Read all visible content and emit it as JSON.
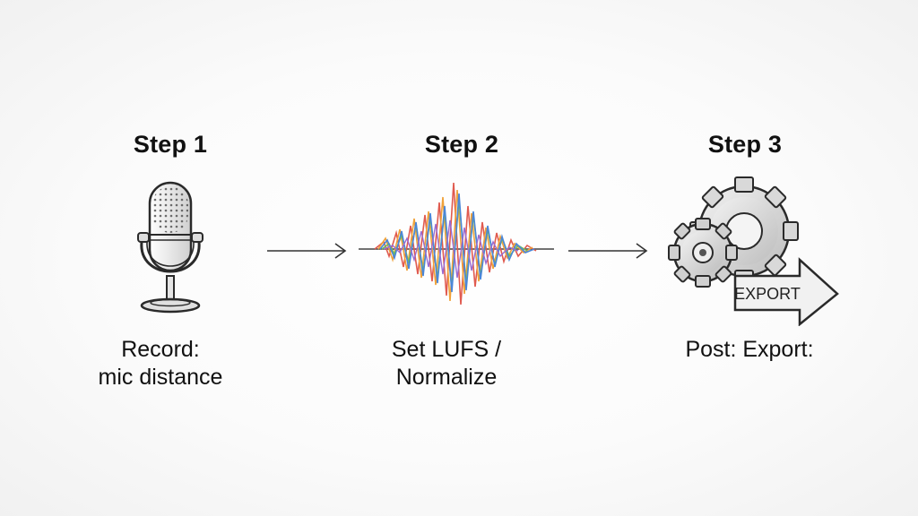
{
  "steps": [
    {
      "title": "Step 1",
      "icon": "microphone-icon",
      "caption_lines": [
        "Record:",
        "mic distance"
      ]
    },
    {
      "title": "Step 2",
      "icon": "waveform-icon",
      "caption_lines": [
        "Set LUFS /",
        "Normalize"
      ]
    },
    {
      "title": "Step 3",
      "icon": "gears-export-icon",
      "caption_lines": [
        "Post: Export:"
      ],
      "export_label": "EXPORT"
    }
  ],
  "colors": {
    "ink": "#2a2a2a",
    "wave_red": "#e05a4f",
    "wave_orange": "#f0a23a",
    "wave_green": "#6cbf5b",
    "wave_blue": "#4a86d8",
    "wave_purple": "#9a6bd0"
  }
}
